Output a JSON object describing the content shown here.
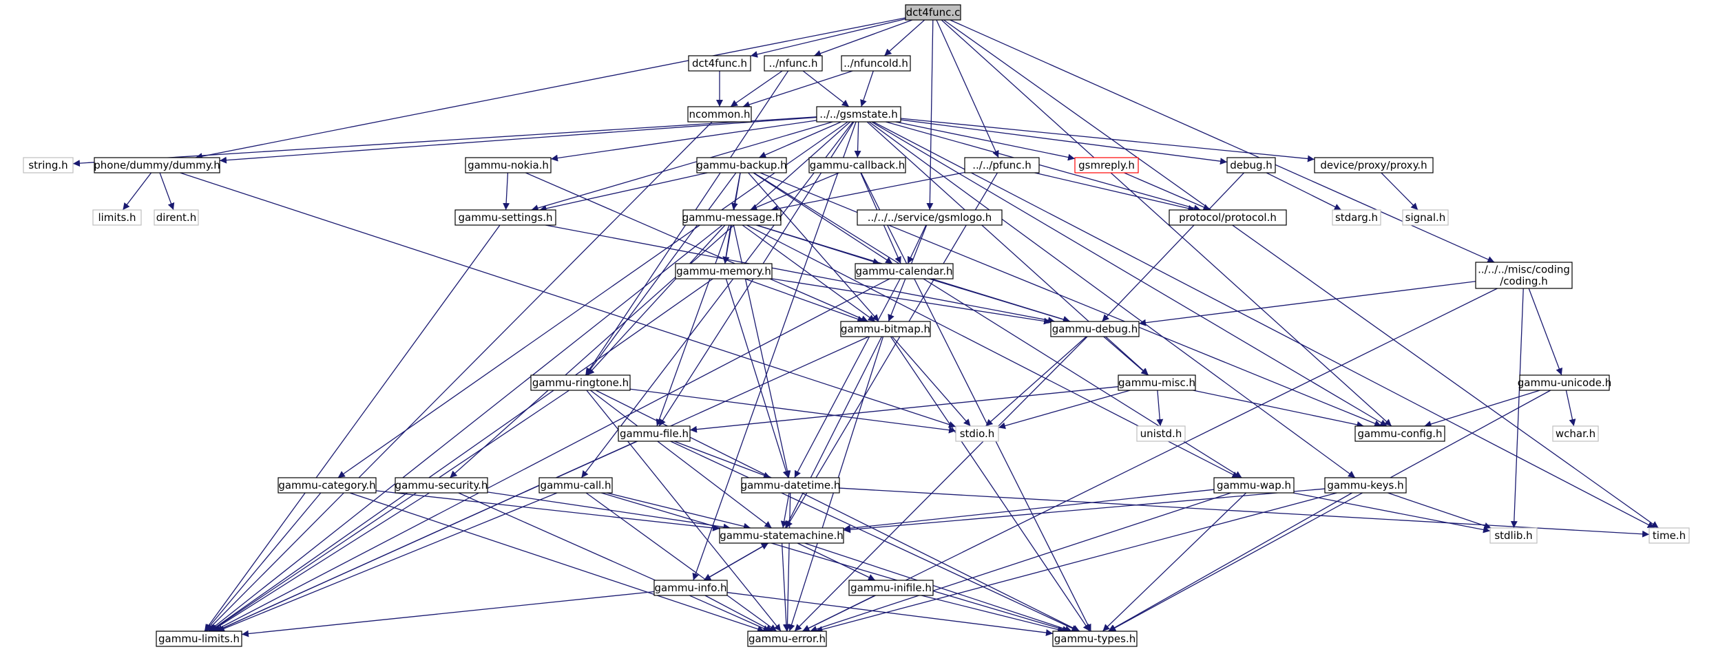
{
  "colors": {
    "edge": "#191970",
    "node_border": "#000000",
    "node_border_gray": "#bfbfbf",
    "node_border_red": "#ff0000",
    "root_fill": "#bfbfbf",
    "node_fill": "#ffffff",
    "text": "#000000"
  },
  "nodes": [
    {
      "id": "dct4func_c",
      "label": "dct4func.c",
      "style": "root"
    },
    {
      "id": "dct4func_h",
      "label": "dct4func.h",
      "style": "normal"
    },
    {
      "id": "nfunc_h",
      "label": "../nfunc.h",
      "style": "normal"
    },
    {
      "id": "nfuncold_h",
      "label": "../nfuncold.h",
      "style": "normal"
    },
    {
      "id": "ncommon_h",
      "label": "ncommon.h",
      "style": "normal"
    },
    {
      "id": "gsmstate_h",
      "label": "../../gsmstate.h",
      "style": "normal"
    },
    {
      "id": "string_h",
      "label": "string.h",
      "style": "gray"
    },
    {
      "id": "dummy_h",
      "label": "phone/dummy/dummy.h",
      "style": "normal"
    },
    {
      "id": "gammu_nokia_h",
      "label": "gammu-nokia.h",
      "style": "normal"
    },
    {
      "id": "gammu_backup_h",
      "label": "gammu-backup.h",
      "style": "normal"
    },
    {
      "id": "gammu_callback_h",
      "label": "gammu-callback.h",
      "style": "normal"
    },
    {
      "id": "pfunc_h",
      "label": "../../pfunc.h",
      "style": "normal"
    },
    {
      "id": "gsmreply_h",
      "label": "gsmreply.h",
      "style": "red"
    },
    {
      "id": "debug_h",
      "label": "debug.h",
      "style": "normal"
    },
    {
      "id": "proxy_h",
      "label": "device/proxy/proxy.h",
      "style": "normal"
    },
    {
      "id": "limits_h",
      "label": "limits.h",
      "style": "gray"
    },
    {
      "id": "dirent_h",
      "label": "dirent.h",
      "style": "gray"
    },
    {
      "id": "gammu_settings_h",
      "label": "gammu-settings.h",
      "style": "normal"
    },
    {
      "id": "gammu_message_h",
      "label": "gammu-message.h",
      "style": "normal"
    },
    {
      "id": "gsmlogo_h",
      "label": "../../../service/gsmlogo.h",
      "style": "normal"
    },
    {
      "id": "protocol_h",
      "label": "protocol/protocol.h",
      "style": "normal"
    },
    {
      "id": "stdarg_h",
      "label": "stdarg.h",
      "style": "gray"
    },
    {
      "id": "signal_h",
      "label": "signal.h",
      "style": "gray"
    },
    {
      "id": "coding_h",
      "label": "../../../misc/coding\n/coding.h",
      "style": "normal"
    },
    {
      "id": "gammu_memory_h",
      "label": "gammu-memory.h",
      "style": "normal"
    },
    {
      "id": "gammu_calendar_h",
      "label": "gammu-calendar.h",
      "style": "normal"
    },
    {
      "id": "gammu_bitmap_h",
      "label": "gammu-bitmap.h",
      "style": "normal"
    },
    {
      "id": "gammu_debug_h",
      "label": "gammu-debug.h",
      "style": "normal"
    },
    {
      "id": "gammu_misc_h",
      "label": "gammu-misc.h",
      "style": "normal"
    },
    {
      "id": "gammu_unicode_h",
      "label": "gammu-unicode.h",
      "style": "normal"
    },
    {
      "id": "gammu_ringtone_h",
      "label": "gammu-ringtone.h",
      "style": "normal"
    },
    {
      "id": "stdio_h",
      "label": "stdio.h",
      "style": "gray"
    },
    {
      "id": "unistd_h",
      "label": "unistd.h",
      "style": "gray"
    },
    {
      "id": "gammu_config_h",
      "label": "gammu-config.h",
      "style": "normal"
    },
    {
      "id": "wchar_h",
      "label": "wchar.h",
      "style": "gray"
    },
    {
      "id": "gammu_file_h",
      "label": "gammu-file.h",
      "style": "normal"
    },
    {
      "id": "gammu_category_h",
      "label": "gammu-category.h",
      "style": "normal"
    },
    {
      "id": "gammu_security_h",
      "label": "gammu-security.h",
      "style": "normal"
    },
    {
      "id": "gammu_call_h",
      "label": "gammu-call.h",
      "style": "normal"
    },
    {
      "id": "gammu_datetime_h",
      "label": "gammu-datetime.h",
      "style": "normal"
    },
    {
      "id": "gammu_wap_h",
      "label": "gammu-wap.h",
      "style": "normal"
    },
    {
      "id": "gammu_keys_h",
      "label": "gammu-keys.h",
      "style": "normal"
    },
    {
      "id": "gammu_statemachine_h",
      "label": "gammu-statemachine.h",
      "style": "normal"
    },
    {
      "id": "stdlib_h",
      "label": "stdlib.h",
      "style": "gray"
    },
    {
      "id": "time_h",
      "label": "time.h",
      "style": "gray"
    },
    {
      "id": "gammu_info_h",
      "label": "gammu-info.h",
      "style": "normal"
    },
    {
      "id": "gammu_inifile_h",
      "label": "gammu-inifile.h",
      "style": "normal"
    },
    {
      "id": "gammu_limits_h",
      "label": "gammu-limits.h",
      "style": "normal"
    },
    {
      "id": "gammu_error_h",
      "label": "gammu-error.h",
      "style": "normal"
    },
    {
      "id": "gammu_types_h",
      "label": "gammu-types.h",
      "style": "normal"
    }
  ],
  "edges": [
    [
      "dct4func_c",
      "dct4func_h"
    ],
    [
      "dct4func_c",
      "nfunc_h"
    ],
    [
      "dct4func_c",
      "nfuncold_h"
    ],
    [
      "dct4func_c",
      "dummy_h"
    ],
    [
      "dct4func_c",
      "pfunc_h"
    ],
    [
      "dct4func_c",
      "gsmlogo_h"
    ],
    [
      "dct4func_c",
      "coding_h"
    ],
    [
      "dct4func_c",
      "gammu_config_h"
    ],
    [
      "dct4func_c",
      "time_h"
    ],
    [
      "dct4func_h",
      "ncommon_h"
    ],
    [
      "nfunc_h",
      "ncommon_h"
    ],
    [
      "nfunc_h",
      "gsmstate_h"
    ],
    [
      "nfunc_h",
      "gammu_ringtone_h"
    ],
    [
      "nfuncold_h",
      "ncommon_h"
    ],
    [
      "nfuncold_h",
      "gsmstate_h"
    ],
    [
      "ncommon_h",
      "gammu_limits_h"
    ],
    [
      "gsmstate_h",
      "string_h"
    ],
    [
      "gsmstate_h",
      "dummy_h"
    ],
    [
      "gsmstate_h",
      "gammu_nokia_h"
    ],
    [
      "gsmstate_h",
      "gammu_backup_h"
    ],
    [
      "gsmstate_h",
      "gammu_callback_h"
    ],
    [
      "gsmstate_h",
      "gsmreply_h"
    ],
    [
      "gsmstate_h",
      "debug_h"
    ],
    [
      "gsmstate_h",
      "proxy_h"
    ],
    [
      "gsmstate_h",
      "protocol_h"
    ],
    [
      "gsmstate_h",
      "gammu_settings_h"
    ],
    [
      "gsmstate_h",
      "gammu_category_h"
    ],
    [
      "gsmstate_h",
      "gammu_security_h"
    ],
    [
      "gsmstate_h",
      "gammu_file_h"
    ],
    [
      "gsmstate_h",
      "gammu_info_h"
    ],
    [
      "gsmstate_h",
      "gammu_misc_h"
    ],
    [
      "gsmstate_h",
      "gammu_config_h"
    ],
    [
      "gsmstate_h",
      "gammu_keys_h"
    ],
    [
      "gsmstate_h",
      "time_h"
    ],
    [
      "gsmstate_h",
      "gammu_call_h"
    ],
    [
      "dummy_h",
      "limits_h"
    ],
    [
      "dummy_h",
      "dirent_h"
    ],
    [
      "dummy_h",
      "stdio_h"
    ],
    [
      "gammu_nokia_h",
      "gammu_settings_h"
    ],
    [
      "gammu_nokia_h",
      "gammu_bitmap_h"
    ],
    [
      "gammu_backup_h",
      "gammu_settings_h"
    ],
    [
      "gammu_backup_h",
      "gammu_message_h"
    ],
    [
      "gammu_backup_h",
      "gammu_memory_h"
    ],
    [
      "gammu_backup_h",
      "gammu_calendar_h"
    ],
    [
      "gammu_backup_h",
      "gammu_bitmap_h"
    ],
    [
      "gammu_backup_h",
      "gammu_ringtone_h"
    ],
    [
      "gammu_backup_h",
      "gammu_wap_h"
    ],
    [
      "gammu_backup_h",
      "gammu_config_h"
    ],
    [
      "gammu_callback_h",
      "gammu_message_h"
    ],
    [
      "gammu_callback_h",
      "gammu_calendar_h"
    ],
    [
      "gammu_callback_h",
      "gammu_types_h"
    ],
    [
      "pfunc_h",
      "gammu_message_h"
    ],
    [
      "pfunc_h",
      "protocol_h"
    ],
    [
      "pfunc_h",
      "gammu_statemachine_h"
    ],
    [
      "gsmreply_h",
      "protocol_h"
    ],
    [
      "debug_h",
      "stdarg_h"
    ],
    [
      "debug_h",
      "gammu_debug_h"
    ],
    [
      "proxy_h",
      "signal_h"
    ],
    [
      "gammu_settings_h",
      "gammu_limits_h"
    ],
    [
      "gammu_settings_h",
      "gammu_debug_h"
    ],
    [
      "gammu_message_h",
      "gammu_memory_h"
    ],
    [
      "gammu_message_h",
      "gammu_calendar_h"
    ],
    [
      "gammu_message_h",
      "gammu_bitmap_h"
    ],
    [
      "gammu_message_h",
      "gammu_ringtone_h"
    ],
    [
      "gammu_message_h",
      "gammu_file_h"
    ],
    [
      "gammu_message_h",
      "gammu_datetime_h"
    ],
    [
      "gammu_message_h",
      "gammu_debug_h"
    ],
    [
      "gammu_message_h",
      "gammu_wap_h"
    ],
    [
      "gammu_message_h",
      "gammu_limits_h"
    ],
    [
      "gsmlogo_h",
      "gammu_calendar_h"
    ],
    [
      "gsmlogo_h",
      "gammu_bitmap_h"
    ],
    [
      "coding_h",
      "gammu_debug_h"
    ],
    [
      "coding_h",
      "gammu_unicode_h"
    ],
    [
      "coding_h",
      "stdlib_h"
    ],
    [
      "coding_h",
      "gammu_error_h"
    ],
    [
      "gammu_memory_h",
      "gammu_bitmap_h"
    ],
    [
      "gammu_memory_h",
      "gammu_datetime_h"
    ],
    [
      "gammu_memory_h",
      "gammu_debug_h"
    ],
    [
      "gammu_memory_h",
      "gammu_limits_h"
    ],
    [
      "gammu_calendar_h",
      "gammu_datetime_h"
    ],
    [
      "gammu_calendar_h",
      "gammu_debug_h"
    ],
    [
      "gammu_calendar_h",
      "gammu_limits_h"
    ],
    [
      "gammu_bitmap_h",
      "stdio_h"
    ],
    [
      "gammu_bitmap_h",
      "gammu_types_h"
    ],
    [
      "gammu_bitmap_h",
      "gammu_error_h"
    ],
    [
      "gammu_bitmap_h",
      "gammu_statemachine_h"
    ],
    [
      "gammu_bitmap_h",
      "gammu_limits_h"
    ],
    [
      "gammu_debug_h",
      "stdio_h"
    ],
    [
      "gammu_debug_h",
      "gammu_misc_h"
    ],
    [
      "gammu_debug_h",
      "gammu_error_h"
    ],
    [
      "gammu_misc_h",
      "unistd_h"
    ],
    [
      "gammu_misc_h",
      "stdio_h"
    ],
    [
      "gammu_misc_h",
      "gammu_config_h"
    ],
    [
      "gammu_misc_h",
      "gammu_file_h"
    ],
    [
      "gammu_unicode_h",
      "gammu_config_h"
    ],
    [
      "gammu_unicode_h",
      "wchar_h"
    ],
    [
      "gammu_unicode_h",
      "gammu_types_h"
    ],
    [
      "gammu_ringtone_h",
      "stdio_h"
    ],
    [
      "gammu_ringtone_h",
      "gammu_types_h"
    ],
    [
      "gammu_ringtone_h",
      "gammu_statemachine_h"
    ],
    [
      "gammu_ringtone_h",
      "gammu_error_h"
    ],
    [
      "gammu_ringtone_h",
      "gammu_limits_h"
    ],
    [
      "gammu_file_h",
      "gammu_datetime_h"
    ],
    [
      "gammu_file_h",
      "gammu_types_h"
    ],
    [
      "gammu_file_h",
      "gammu_limits_h"
    ],
    [
      "gammu_category_h",
      "gammu_statemachine_h"
    ],
    [
      "gammu_category_h",
      "gammu_limits_h"
    ],
    [
      "gammu_category_h",
      "gammu_error_h"
    ],
    [
      "gammu_security_h",
      "gammu_statemachine_h"
    ],
    [
      "gammu_security_h",
      "gammu_limits_h"
    ],
    [
      "gammu_security_h",
      "gammu_error_h"
    ],
    [
      "gammu_call_h",
      "gammu_statemachine_h"
    ],
    [
      "gammu_call_h",
      "gammu_limits_h"
    ],
    [
      "gammu_call_h",
      "gammu_error_h"
    ],
    [
      "gammu_call_h",
      "gammu_types_h"
    ],
    [
      "gammu_datetime_h",
      "gammu_statemachine_h"
    ],
    [
      "gammu_datetime_h",
      "time_h"
    ],
    [
      "gammu_datetime_h",
      "gammu_error_h"
    ],
    [
      "gammu_wap_h",
      "gammu_statemachine_h"
    ],
    [
      "gammu_wap_h",
      "stdlib_h"
    ],
    [
      "gammu_wap_h",
      "gammu_error_h"
    ],
    [
      "gammu_wap_h",
      "gammu_types_h"
    ],
    [
      "gammu_keys_h",
      "gammu_statemachine_h"
    ],
    [
      "gammu_keys_h",
      "stdlib_h"
    ],
    [
      "gammu_keys_h",
      "gammu_error_h"
    ],
    [
      "gammu_keys_h",
      "gammu_types_h"
    ],
    [
      "gammu_statemachine_h",
      "gammu_info_h"
    ],
    [
      "gammu_statemachine_h",
      "gammu_inifile_h"
    ],
    [
      "gammu_statemachine_h",
      "gammu_error_h"
    ],
    [
      "gammu_statemachine_h",
      "gammu_types_h"
    ],
    [
      "gammu_info_h",
      "gammu_statemachine_h"
    ],
    [
      "gammu_info_h",
      "gammu_limits_h"
    ],
    [
      "gammu_info_h",
      "gammu_error_h"
    ],
    [
      "gammu_info_h",
      "gammu_types_h"
    ],
    [
      "gammu_inifile_h",
      "gammu_error_h"
    ],
    [
      "gammu_inifile_h",
      "gammu_types_h"
    ]
  ]
}
